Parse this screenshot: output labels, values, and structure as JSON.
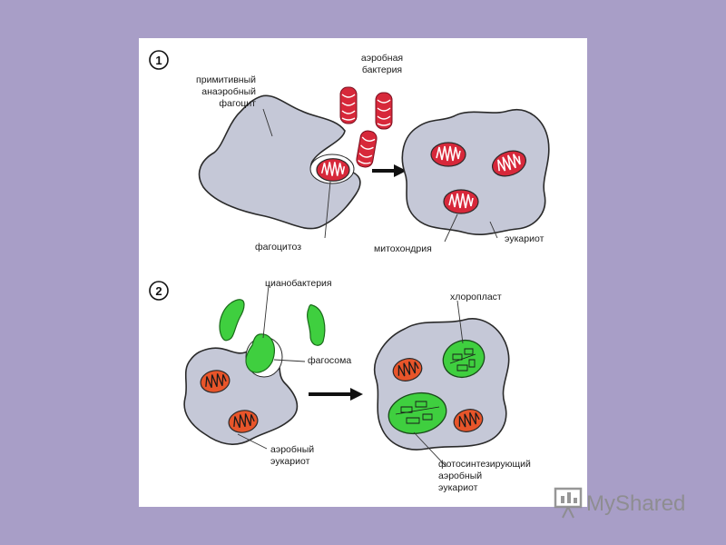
{
  "panel1": {
    "number": "1",
    "phagocyte_label": [
      "примитивный",
      "анаэробный",
      "фагоцит"
    ],
    "bacteria_label": [
      "аэробная",
      "бактерия"
    ],
    "phagocytosis_label": "фагоцитоз",
    "mitochondrion_label": "митохондрия",
    "eukaryote_label": "эукариот"
  },
  "panel2": {
    "number": "2",
    "cyanobacterium_label": "цианобактерия",
    "phagosome_label": "фагосома",
    "chloroplast_label": "хлоропласт",
    "aerobic_eukaryote_label": [
      "аэробный",
      "эукариот"
    ],
    "photosynthetic_label": [
      "фотосинтезирующий",
      "аэробный",
      "эукариот"
    ]
  },
  "watermark": {
    "text": "MyShared",
    "icon": "presentation-board-icon"
  },
  "colors": {
    "background": "#a89ec7",
    "cell": "#c5c8d7",
    "mitochondria_red": "#d7283a",
    "mitochondria_orange": "#e8552a",
    "chloroplast_green": "#3fcf3f"
  }
}
